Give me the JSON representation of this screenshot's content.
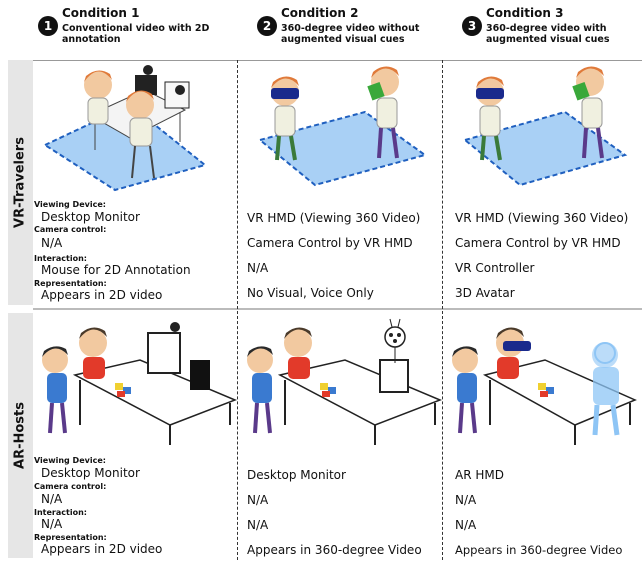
{
  "conditions": [
    {
      "number": "1",
      "title": "Condition 1",
      "subtitle": "Conventional video with 2D annotation"
    },
    {
      "number": "2",
      "title": "Condition 2",
      "subtitle": "360-degree video without augmented visual cues"
    },
    {
      "number": "3",
      "title": "Condition 3",
      "subtitle": "360-degree video with augmented visual cues"
    }
  ],
  "rows": {
    "vr": {
      "label": "VR-Travelers",
      "fields": {
        "viewing_device_label": "Viewing Device:",
        "camera_control_label": "Camera control:",
        "interaction_label": "Interaction:",
        "representation_label": "Representation:"
      },
      "c1": {
        "viewing_device": "Desktop Monitor",
        "camera_control": "N/A",
        "interaction": "Mouse for 2D Annotation",
        "representation": "Appears in 2D video"
      },
      "c2": {
        "viewing_device": "VR HMD (Viewing 360 Video)",
        "camera_control": "Camera Control by VR HMD",
        "interaction": "N/A",
        "representation": "No Visual, Voice Only"
      },
      "c3": {
        "viewing_device": "VR HMD (Viewing 360 Video)",
        "camera_control": "Camera Control by VR HMD",
        "interaction": "VR Controller",
        "representation": "3D Avatar"
      }
    },
    "ar": {
      "label": "AR-Hosts",
      "fields": {
        "viewing_device_label": "Viewing Device:",
        "camera_control_label": "Camera control:",
        "interaction_label": "Interaction:",
        "representation_label": "Representation:"
      },
      "c1": {
        "viewing_device": "Desktop Monitor",
        "camera_control": "N/A",
        "interaction": "N/A",
        "representation": "Appears in 2D video"
      },
      "c2": {
        "viewing_device": "Desktop Monitor",
        "camera_control": "N/A",
        "interaction": "N/A",
        "representation": "Appears in 360-degree Video"
      },
      "c3": {
        "viewing_device": "AR HMD",
        "camera_control": "N/A",
        "interaction": "N/A",
        "representation": "Appears in 360-degree Video"
      }
    }
  },
  "colors": {
    "floor": "#a9d0f5",
    "floor_border": "#1f5fbf",
    "hmd": "#1a2a8c",
    "green_device": "#3aa83a",
    "hair": "#e07a3a",
    "shirt": "#f0f0e0",
    "pants": "#5a3a8a",
    "red_shirt": "#e23a2a",
    "blue_shirt": "#3a7ad0",
    "hologram": "#8ec5f5"
  }
}
